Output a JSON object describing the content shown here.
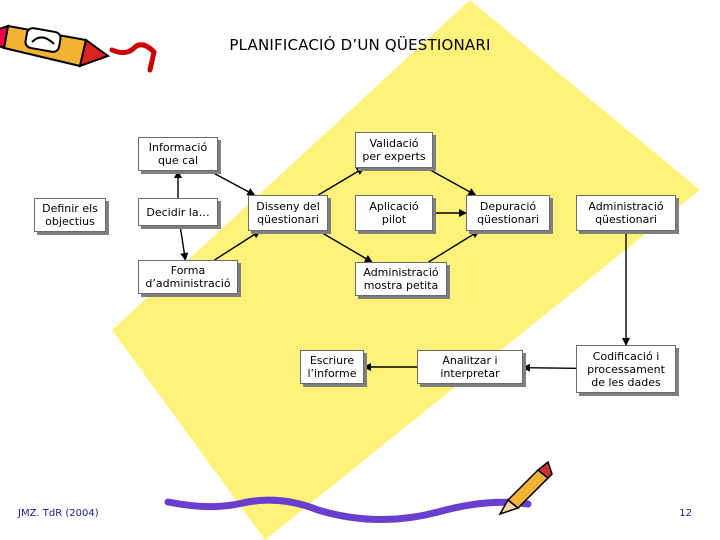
{
  "slide": {
    "title": "PLANIFICACIÓ D’UN QÜESTIONARI",
    "footer_left": "JMZ. TdR (2004)",
    "footer_right": "12",
    "colors": {
      "background_diamond": "#FFF27A",
      "arrow": "#000000",
      "box_border": "#6B6B6B",
      "footer_text": "#1A1A9A"
    }
  },
  "diagram": {
    "nodes": [
      {
        "id": "definir",
        "label": "Definir els\nobjectius"
      },
      {
        "id": "informacio",
        "label": "Informació\nque cal"
      },
      {
        "id": "decidir",
        "label": "Decidir la…"
      },
      {
        "id": "forma",
        "label": "Forma\nd’administració"
      },
      {
        "id": "disseny",
        "label": "Disseny del\nqüestionari"
      },
      {
        "id": "validacio",
        "label": "Validació\nper experts"
      },
      {
        "id": "aplicacio",
        "label": "Aplicació\npilot"
      },
      {
        "id": "admin_petita",
        "label": "Administració\nmostra petita"
      },
      {
        "id": "depuracio",
        "label": "Depuració\nqüestionari"
      },
      {
        "id": "admin_q",
        "label": "Administració\nqüestionari"
      },
      {
        "id": "codificacio",
        "label": "Codificació  i\nprocessament\nde les dades"
      },
      {
        "id": "analitzar",
        "label": "Analitzar i\ninterpretar"
      },
      {
        "id": "escriure",
        "label": "Escriure\nl’informe"
      }
    ],
    "edges": [
      {
        "from": "decidir",
        "to": "informacio"
      },
      {
        "from": "decidir",
        "to": "forma"
      },
      {
        "from": "informacio",
        "to": "disseny"
      },
      {
        "from": "forma",
        "to": "disseny"
      },
      {
        "from": "disseny",
        "to": "validacio"
      },
      {
        "from": "disseny",
        "to": "admin_petita"
      },
      {
        "from": "validacio",
        "to": "depuracio"
      },
      {
        "from": "aplicacio",
        "to": "depuracio"
      },
      {
        "from": "admin_petita",
        "to": "depuracio"
      },
      {
        "from": "admin_q",
        "to": "codificacio"
      },
      {
        "from": "codificacio",
        "to": "analitzar"
      },
      {
        "from": "analitzar",
        "to": "escriure"
      }
    ]
  }
}
